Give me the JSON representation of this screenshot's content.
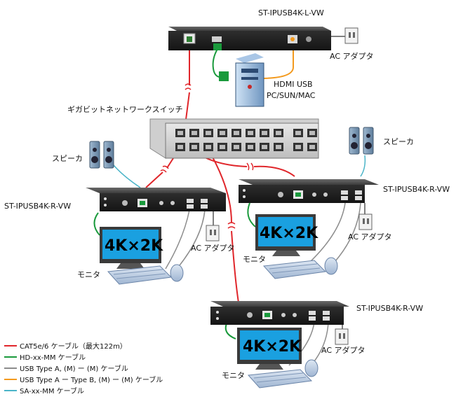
{
  "labels": {
    "transmitter": "ST-IPUSB4K-L-VW",
    "receiver": "ST-IPUSB4K-R-VW",
    "switch": "ギガビットネットワークスイッチ",
    "speaker": "スピーカ",
    "ac_adapter": "AC アダプタ",
    "monitor": "モニタ",
    "monitor_screen": "4K×2K",
    "pc_line1": "HDMI USB",
    "pc_line2": "PC/SUN/MAC"
  },
  "legend": [
    {
      "color": "#e0262b",
      "text": "CAT5e/6 ケーブル（最大122m）"
    },
    {
      "color": "#1a9a3c",
      "text": "HD-xx-MM ケーブル"
    },
    {
      "color": "#8c8c8c",
      "text": "USB Type A, (M) ー (M) ケーブル"
    },
    {
      "color": "#f39a1e",
      "text": "USB Type A ー Type B, (M) ー (M) ケーブル"
    },
    {
      "color": "#4ab4c8",
      "text": "SA-xx-MM ケーブル"
    }
  ],
  "colors": {
    "cat": "#e0262b",
    "hdmi": "#1a9a3c",
    "usb_a": "#8c8c8c",
    "usb_ab": "#f39a1e",
    "audio": "#4ab4c8",
    "device_body": "#3a3a3a",
    "screen": "#1aa0e0"
  }
}
